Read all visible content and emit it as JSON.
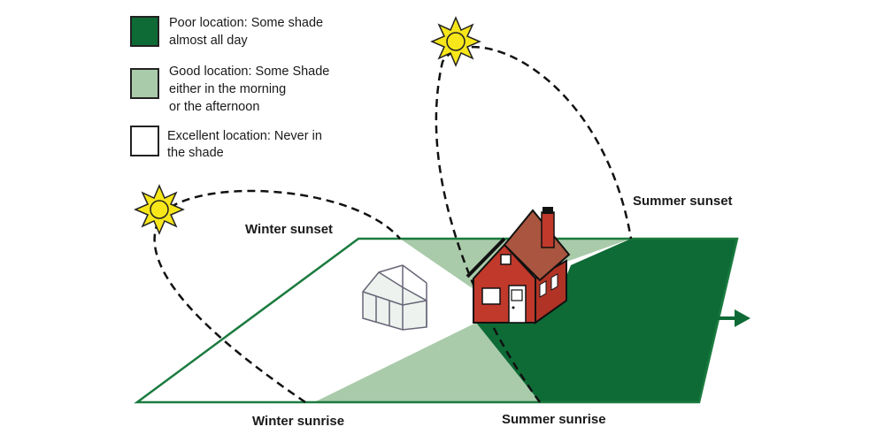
{
  "colors": {
    "poor": "#0e6b36",
    "good": "#a9cbaa",
    "excellent": "#ffffff",
    "border": "#1b7b3f",
    "sun": "#f7e61a",
    "brick": "#c0392b",
    "roof": "#a9553f"
  },
  "legend": [
    {
      "lines": [
        "Poor location: Some shade",
        "almost all day"
      ]
    },
    {
      "lines": [
        "Good location: Some Shade",
        "either in the morning",
        "or the afternoon"
      ]
    },
    {
      "lines": [
        "Excellent location: Never in",
        "the shade"
      ]
    }
  ],
  "labels": {
    "winter_sunset": "Winter sunset",
    "winter_sunrise": "Winter sunrise",
    "summer_sunset": "Summer sunset",
    "summer_sunrise": "Summer sunrise"
  }
}
